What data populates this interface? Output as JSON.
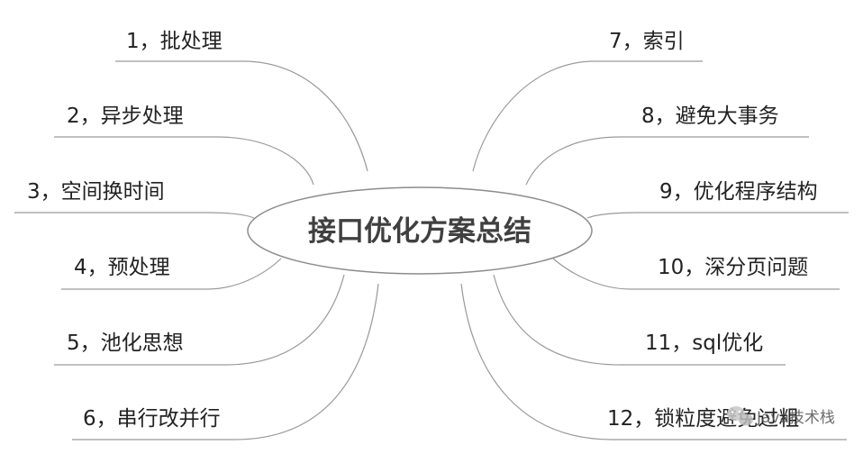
{
  "center": {
    "title": "接口优化方案总结"
  },
  "left_branches": [
    {
      "label": "1，批处理"
    },
    {
      "label": "2，异步处理"
    },
    {
      "label": "3，空间换时间"
    },
    {
      "label": "4，预处理"
    },
    {
      "label": "5，池化思想"
    },
    {
      "label": "6，串行改并行"
    }
  ],
  "right_branches": [
    {
      "label": "7，索引"
    },
    {
      "label": "8，避免大事务"
    },
    {
      "label": "9，优化程序结构"
    },
    {
      "label": "10，深分页问题"
    },
    {
      "label": "11，sql优化"
    },
    {
      "label": "12，锁粒度避免过粗"
    }
  ],
  "watermark": {
    "text": "Java技术栈"
  },
  "colors": {
    "line": "#9a9a9a",
    "text": "#222222",
    "center_text": "#404040",
    "center_border": "#8c8c8c"
  }
}
